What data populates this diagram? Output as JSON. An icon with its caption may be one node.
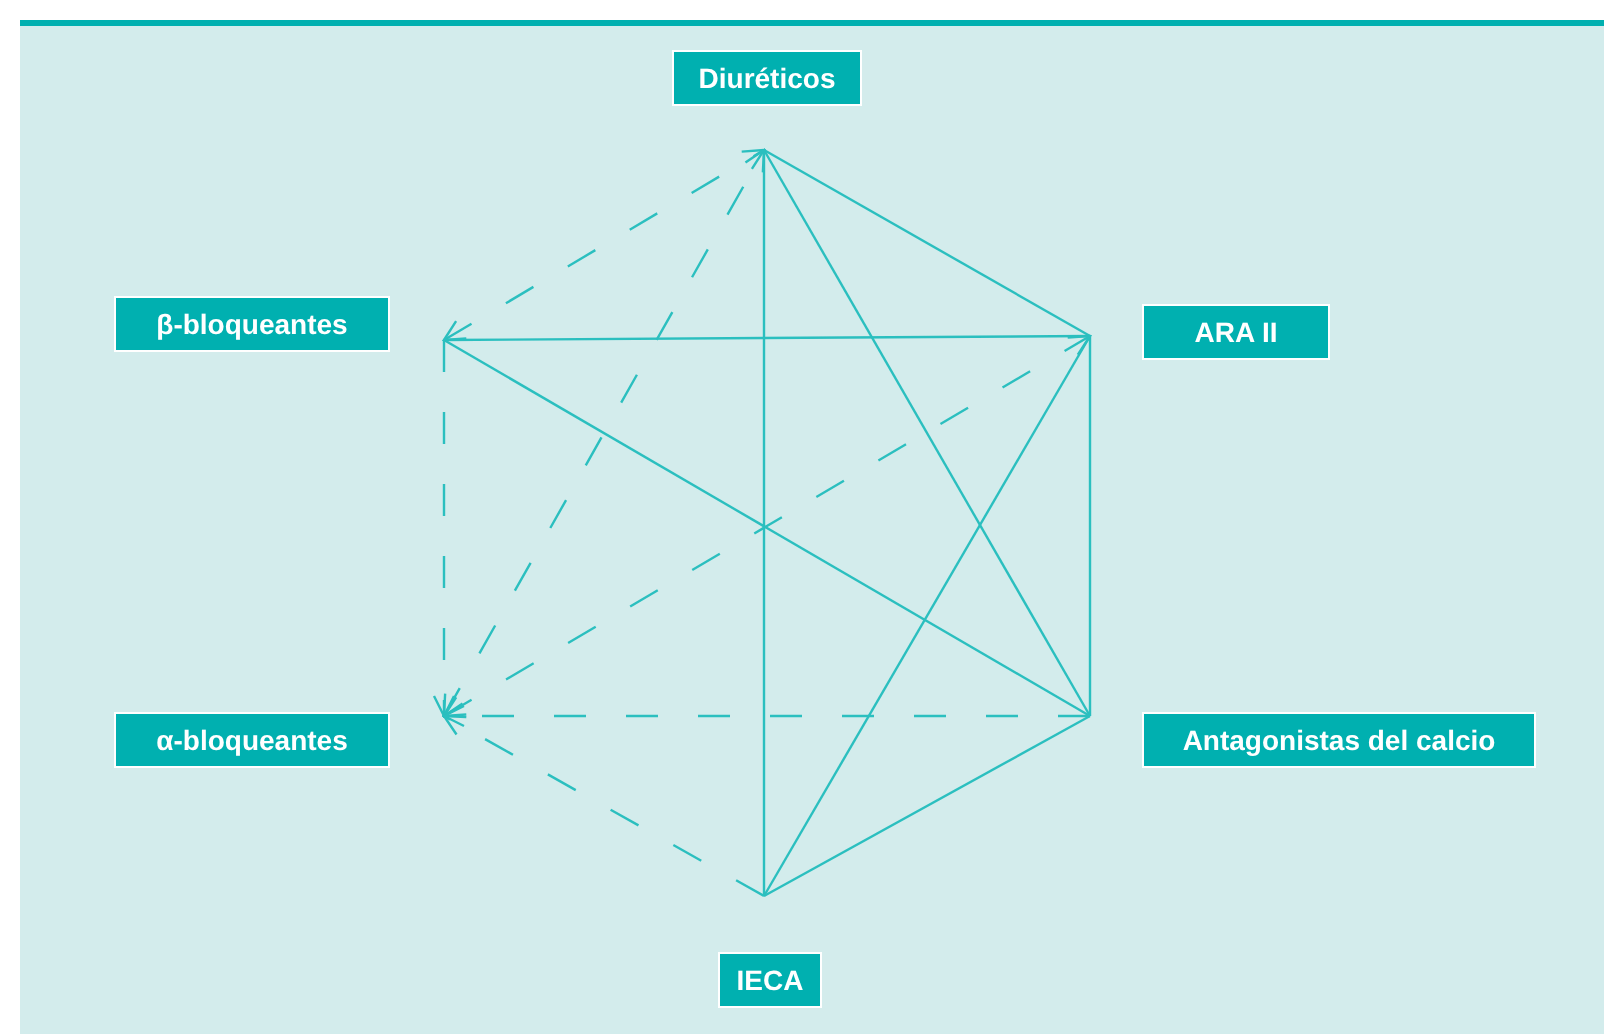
{
  "diagram": {
    "nodes": [
      {
        "text": [
          "Diuréticos"
        ]
      },
      {
        "text": [
          "β-bloqueantes"
        ]
      },
      {
        "text": [
          "ARA II"
        ]
      },
      {
        "text": [
          "α-bloqueantes"
        ]
      },
      {
        "text": [
          "Antagonistas del calcio"
        ]
      },
      {
        "text": [
          "IECA"
        ]
      }
    ],
    "edges": [
      {
        "from": 0,
        "to": 2,
        "arrow": "none"
      },
      {
        "from": 0,
        "to": 4,
        "arrow": "none"
      },
      {
        "from": 0,
        "to": 5,
        "arrow": "none"
      },
      {
        "from": 1,
        "to": 2,
        "arrow": "none"
      },
      {
        "from": 1,
        "to": 4,
        "arrow": "none"
      },
      {
        "from": 2,
        "to": 4,
        "arrow": "none"
      },
      {
        "from": 2,
        "to": 5,
        "arrow": "none"
      },
      {
        "from": 4,
        "to": 5,
        "arrow": "none"
      },
      {
        "from": 1,
        "to": 0,
        "arrow": "both",
        "style": "dashed"
      },
      {
        "from": 3,
        "to": 0,
        "arrow": "both",
        "style": "dashed"
      },
      {
        "from": 1,
        "to": 3,
        "arrow": "to",
        "style": "dashed"
      },
      {
        "from": 3,
        "to": 2,
        "arrow": "both",
        "style": "dashed"
      },
      {
        "from": 4,
        "to": 3,
        "arrow": "to",
        "style": "dashed"
      },
      {
        "from": 5,
        "to": 3,
        "arrow": "to",
        "style": "dashed"
      }
    ]
  }
}
